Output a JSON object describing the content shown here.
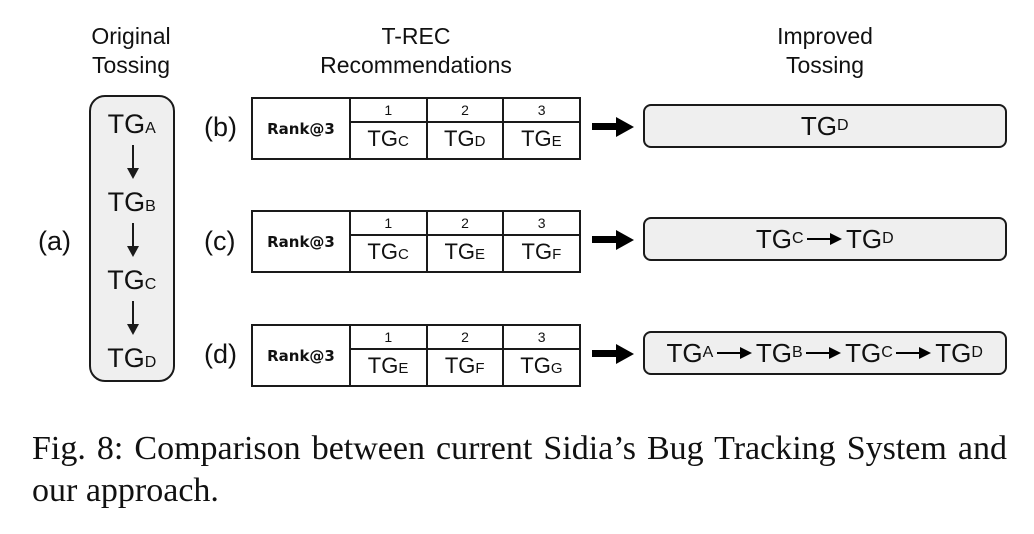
{
  "headers": {
    "original": [
      "Original",
      "Tossing"
    ],
    "trec": [
      "T-REC",
      "Recommendations"
    ],
    "improved": [
      "Improved",
      "Tossing"
    ]
  },
  "labels": {
    "a": "(a)",
    "b": "(b)",
    "c": "(c)",
    "d": "(d)"
  },
  "original_tossing": [
    {
      "prefix": "TG",
      "sub": "A"
    },
    {
      "prefix": "TG",
      "sub": "B"
    },
    {
      "prefix": "TG",
      "sub": "C"
    },
    {
      "prefix": "TG",
      "sub": "D"
    }
  ],
  "rows": [
    {
      "label": "(b)",
      "rank_label": "Rank@3",
      "ranks": [
        "1",
        "2",
        "3"
      ],
      "recommendations": [
        {
          "prefix": "TG",
          "sub": "C"
        },
        {
          "prefix": "TG",
          "sub": "D"
        },
        {
          "prefix": "TG",
          "sub": "E"
        }
      ],
      "improved": [
        {
          "prefix": "TG",
          "sub": "D"
        }
      ]
    },
    {
      "label": "(c)",
      "rank_label": "Rank@3",
      "ranks": [
        "1",
        "2",
        "3"
      ],
      "recommendations": [
        {
          "prefix": "TG",
          "sub": "C"
        },
        {
          "prefix": "TG",
          "sub": "E"
        },
        {
          "prefix": "TG",
          "sub": "F"
        }
      ],
      "improved": [
        {
          "prefix": "TG",
          "sub": "C"
        },
        {
          "prefix": "TG",
          "sub": "D"
        }
      ]
    },
    {
      "label": "(d)",
      "rank_label": "Rank@3",
      "ranks": [
        "1",
        "2",
        "3"
      ],
      "recommendations": [
        {
          "prefix": "TG",
          "sub": "E"
        },
        {
          "prefix": "TG",
          "sub": "F"
        },
        {
          "prefix": "TG",
          "sub": "G"
        }
      ],
      "improved": [
        {
          "prefix": "TG",
          "sub": "A"
        },
        {
          "prefix": "TG",
          "sub": "B"
        },
        {
          "prefix": "TG",
          "sub": "C"
        },
        {
          "prefix": "TG",
          "sub": "D"
        }
      ]
    }
  ],
  "caption": "Fig. 8: Comparison between current Sidia’s Bug Tracking System and our approach."
}
